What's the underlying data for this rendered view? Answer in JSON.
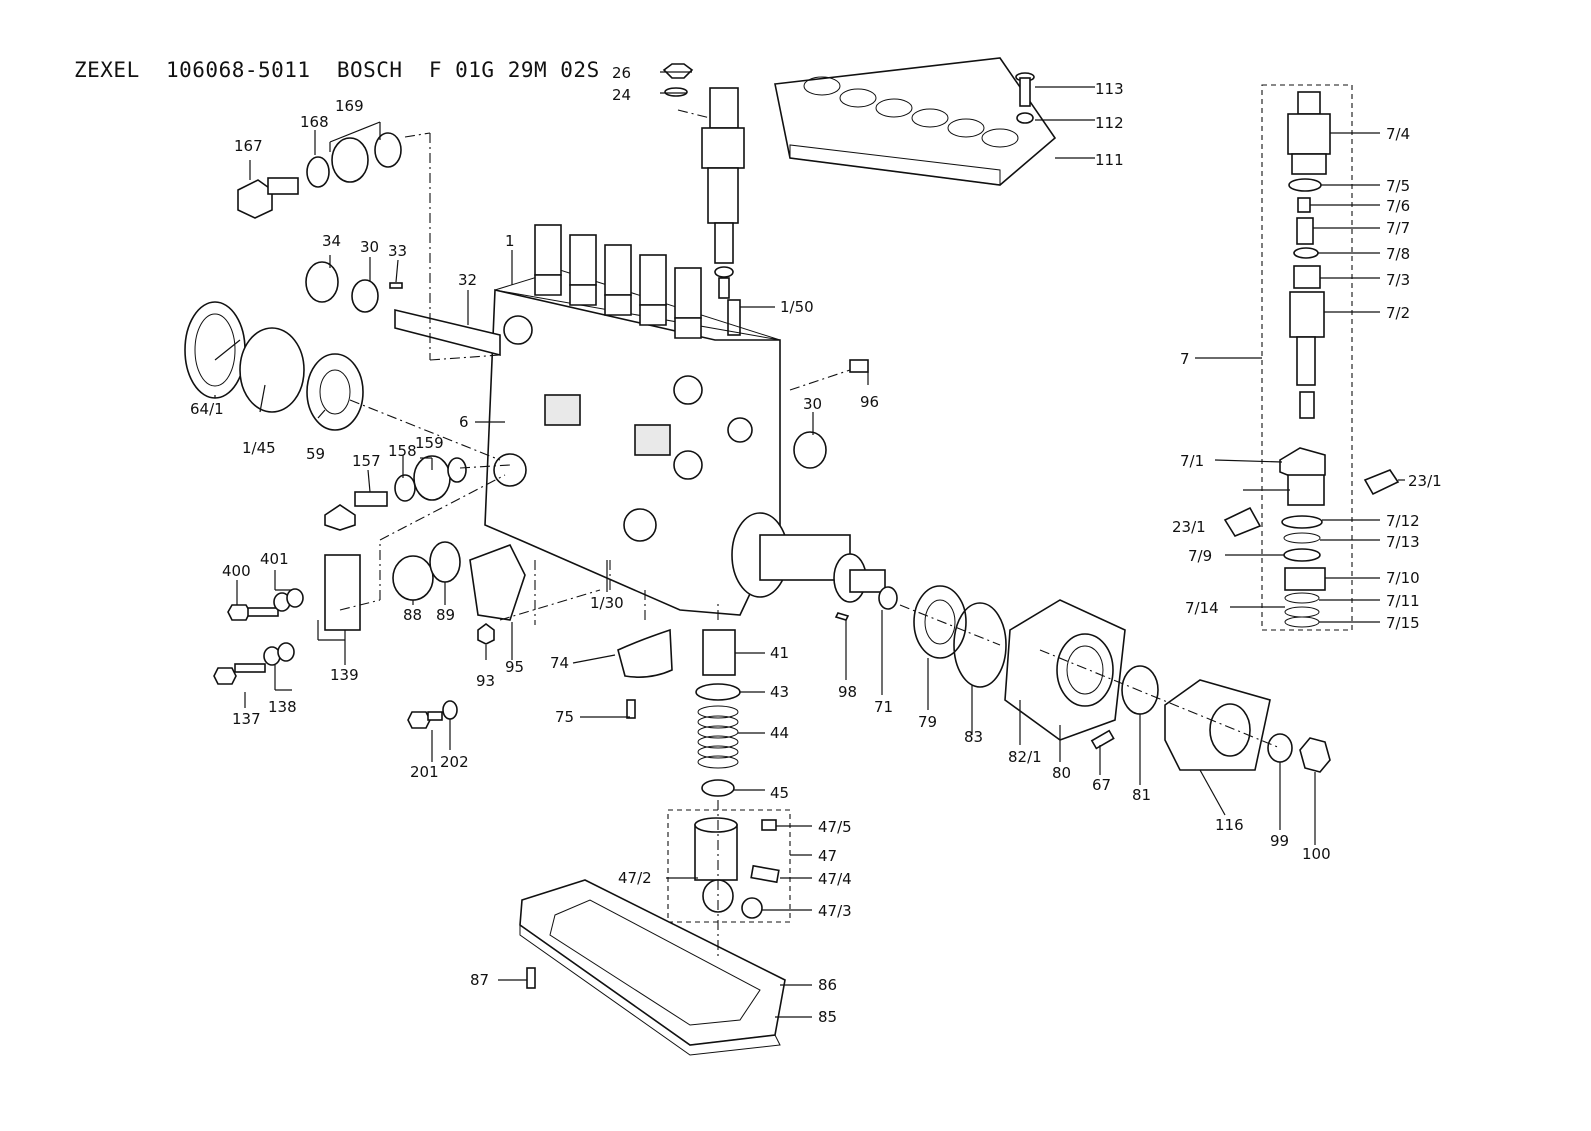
{
  "title": "ZEXEL  106068-5011  BOSCH  F 01G 29M 02S",
  "labels": [
    "1",
    "6",
    "7",
    "24",
    "26",
    "30",
    "30",
    "32",
    "33",
    "34",
    "41",
    "43",
    "44",
    "45",
    "47",
    "47/2",
    "47/3",
    "47/4",
    "47/5",
    "59",
    "64/1",
    "67",
    "71",
    "74",
    "75",
    "79",
    "80",
    "81",
    "82/1",
    "83",
    "85",
    "86",
    "87",
    "88",
    "89",
    "93",
    "95",
    "96",
    "98",
    "99",
    "100",
    "111",
    "112",
    "113",
    "116",
    "137",
    "138",
    "139",
    "157",
    "158",
    "159",
    "167",
    "168",
    "169",
    "201",
    "202",
    "400",
    "401",
    "1/30",
    "1/45",
    "1/50",
    "7/1",
    "7/2",
    "7/3",
    "7/4",
    "7/5",
    "7/6",
    "7/7",
    "7/8",
    "7/9",
    "7/10",
    "7/11",
    "7/12",
    "7/13",
    "7/14",
    "7/15",
    "23/1",
    "23/1"
  ]
}
